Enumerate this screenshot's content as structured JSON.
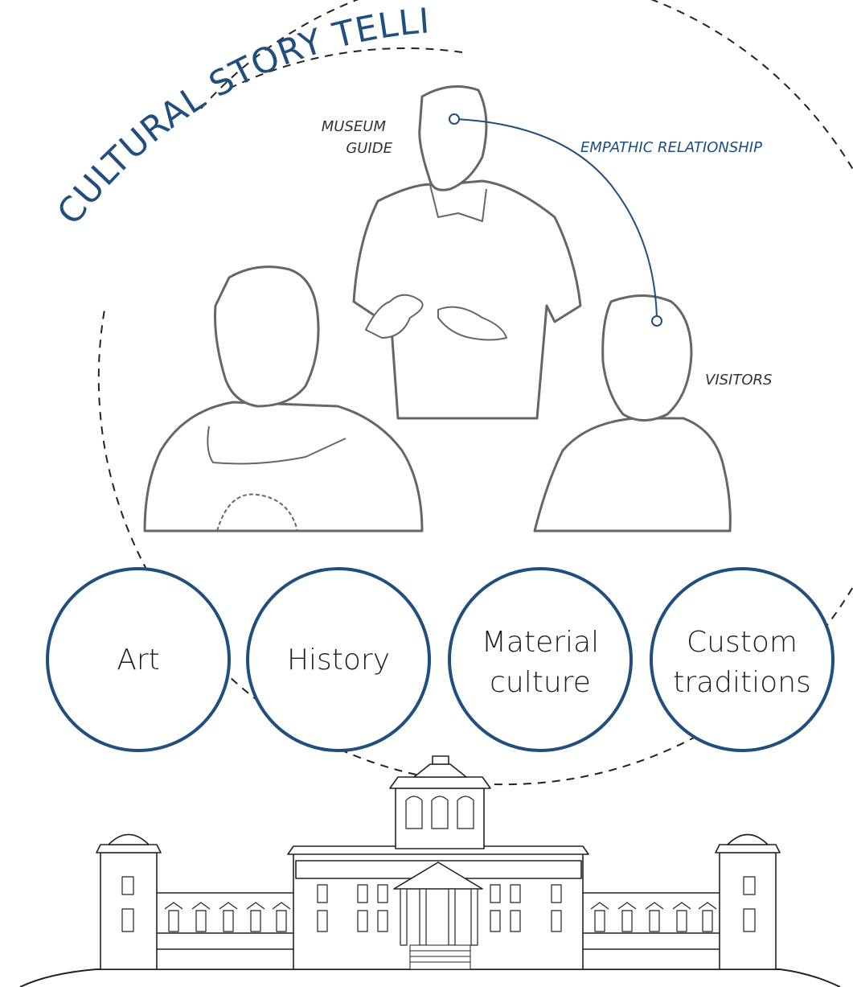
{
  "title": "CULTURAL STORY TELLING",
  "labels": {
    "guide_line1": "MUSEUM",
    "guide_line2": "GUIDE",
    "relationship": "EMPATHIC RELATIONSHIP",
    "visitors": "VISITORS"
  },
  "topics": [
    {
      "line1": "Art",
      "line2": ""
    },
    {
      "line1": "History",
      "line2": ""
    },
    {
      "line1": "Material",
      "line2": "culture"
    },
    {
      "line1": "Custom",
      "line2": "traditions"
    }
  ],
  "colors": {
    "accent": "#1f4e7f",
    "stroke": "#555555",
    "text": "#1f1f1f"
  }
}
